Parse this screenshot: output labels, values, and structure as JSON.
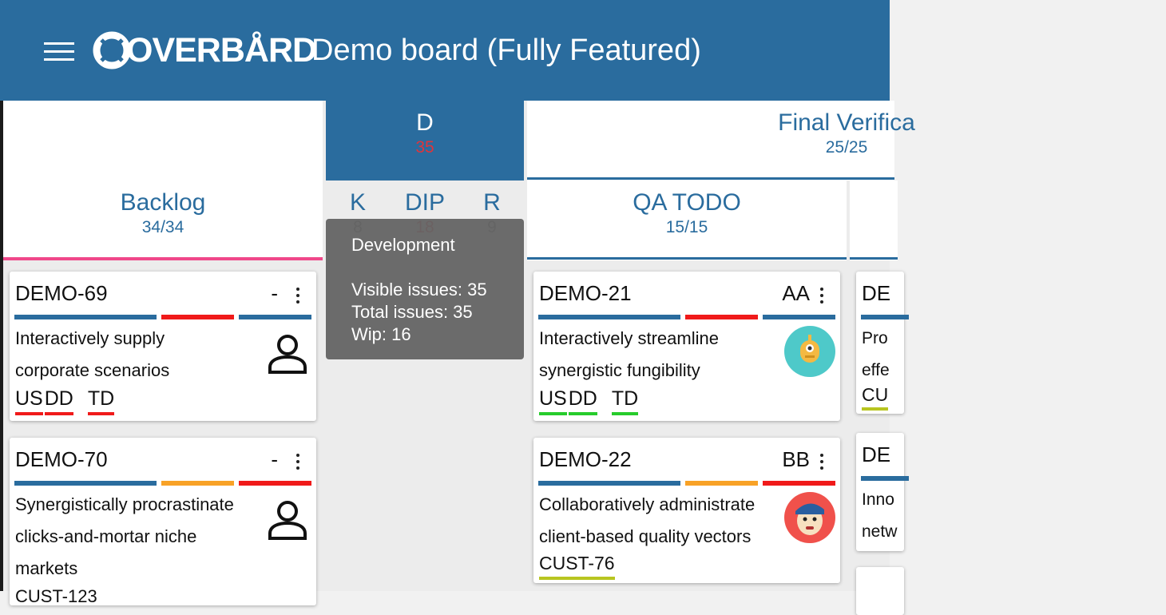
{
  "toolbar": {
    "logo_text": "OVERBÅRD",
    "board_title": "Demo board (Fully Featured)"
  },
  "headers": {
    "backlog": {
      "name": "Backlog",
      "count": "34/34"
    },
    "development": {
      "name": "D",
      "count": "35"
    },
    "dev_sub": [
      {
        "name": "K",
        "count": "8"
      },
      {
        "name": "DIP",
        "count": "18"
      },
      {
        "name": "R",
        "count": "9"
      }
    ],
    "final_verification": {
      "name": "Final Verifica",
      "count": "25/25"
    },
    "qa_todo": {
      "name": "QA TODO",
      "count": "15/15"
    }
  },
  "tooltip": {
    "title": "Development",
    "visible": "Visible issues: 35",
    "total": "Total issues: 35",
    "wip": "Wip: 16"
  },
  "cards": {
    "demo69": {
      "key": "DEMO-69",
      "assignee": "-",
      "summary_1": "Interactively supply",
      "summary_2": "corporate scenarios",
      "tags": [
        "US",
        "DD",
        "TD"
      ],
      "bar_colors": [
        "#2a6c9e",
        "#f01a1a",
        "#2a6c9e"
      ],
      "tag_color": "#f01a1a"
    },
    "demo70": {
      "key": "DEMO-70",
      "assignee": "-",
      "summary_1": "Synergistically procrastinate",
      "summary_2": "clicks-and-mortar niche",
      "summary_3": "markets",
      "cut_text": "CUST-123",
      "bar_colors": [
        "#2a6c9e",
        "#f8a227",
        "#f01a1a"
      ]
    },
    "demo21": {
      "key": "DEMO-21",
      "assignee": "AA",
      "summary_1": "Interactively streamline",
      "summary_2": "synergistic fungibility",
      "tags": [
        "US",
        "DD",
        "TD"
      ],
      "bar_colors": [
        "#2a6c9e",
        "#f01a1a",
        "#2a6c9e"
      ],
      "tag_color": "#27cc2b"
    },
    "demo22": {
      "key": "DEMO-22",
      "assignee": "BB",
      "summary_1": "Collaboratively administrate",
      "summary_2": "client-based quality vectors",
      "tags": [
        "CUST-76"
      ],
      "bar_colors": [
        "#2a6c9e",
        "#f8a227",
        "#f01a1a"
      ],
      "tag_color": "#b8c520"
    },
    "partial1": {
      "key": "DE",
      "summary_1": "Pro",
      "summary_2": "effe",
      "tag": "CU",
      "tag_color": "#b8c520"
    },
    "partial2": {
      "key": "DE",
      "summary_1": "Inno",
      "summary_2": "netw"
    }
  },
  "colors": {
    "primary": "#2a6c9e",
    "backlog_accent": "#f0478a"
  }
}
